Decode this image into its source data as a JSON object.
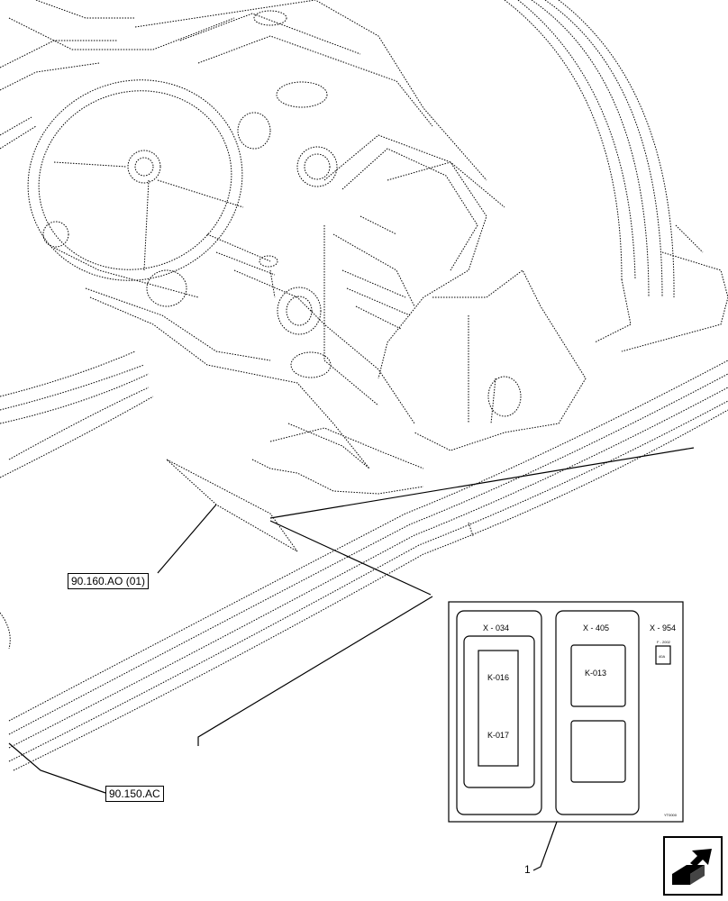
{
  "callouts": {
    "ref_top": "90.160.AO (01)",
    "ref_bottom": "90.150.AC",
    "item_number": "1"
  },
  "panel": {
    "left_col": {
      "header": "X - 034",
      "relays": [
        "K-016",
        "K-017"
      ]
    },
    "mid_col": {
      "header": "X - 405",
      "relays": [
        "K-013"
      ]
    },
    "right_col": {
      "header": "X - 954",
      "fuse_label": "F - 2002",
      "fuse_rating": "40A"
    },
    "drawing_code": "YT0000"
  },
  "nav": {
    "icon": "next-page-arrow-icon"
  }
}
